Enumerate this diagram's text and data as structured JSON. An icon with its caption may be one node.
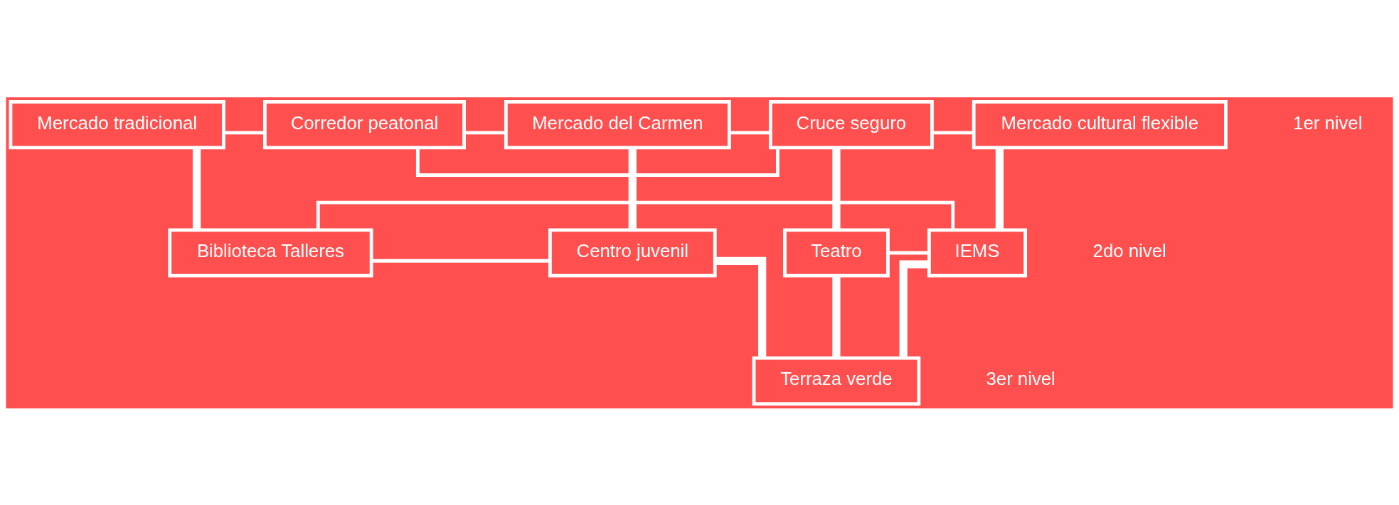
{
  "diagram": {
    "nodes": [
      {
        "text": [
          "Mercado tradicional"
        ]
      },
      {
        "text": [
          "Corredor peatonal"
        ]
      },
      {
        "text": [
          "Mercado del Carmen"
        ]
      },
      {
        "text": [
          "Cruce seguro"
        ]
      },
      {
        "text": [
          "Mercado cultural flexible"
        ]
      },
      {
        "text": [
          "Biblioteca Talleres"
        ]
      },
      {
        "text": [
          "Centro juvenil"
        ]
      },
      {
        "text": [
          "Teatro"
        ]
      },
      {
        "text": [
          "IEMS"
        ]
      },
      {
        "text": [
          "Terraza verde"
        ]
      }
    ],
    "edges": [
      {
        "from": 0,
        "to": 1,
        "arrow": "none"
      },
      {
        "from": 1,
        "to": 2,
        "arrow": "none"
      },
      {
        "from": 2,
        "to": 3,
        "arrow": "none"
      },
      {
        "from": 3,
        "to": 4,
        "arrow": "none"
      },
      {
        "from": 1,
        "to": 3,
        "arrow": "none"
      },
      {
        "from": 0,
        "to": 5,
        "arrow": "none",
        "style": "thick"
      },
      {
        "from": 2,
        "to": 6,
        "arrow": "none",
        "style": "thick"
      },
      {
        "from": 3,
        "to": 7,
        "arrow": "none",
        "style": "thick"
      },
      {
        "from": 4,
        "to": 8,
        "arrow": "none",
        "style": "thick"
      },
      {
        "from": 5,
        "to": 6,
        "arrow": "none"
      },
      {
        "from": 7,
        "to": 8,
        "arrow": "none"
      },
      {
        "from": 5,
        "to": 8,
        "arrow": "none"
      },
      {
        "from": 6,
        "to": 9,
        "arrow": "none",
        "style": "thick"
      },
      {
        "from": 7,
        "to": 9,
        "arrow": "none",
        "style": "thick"
      },
      {
        "from": 8,
        "to": 9,
        "arrow": "none",
        "style": "thick"
      }
    ],
    "labels": [
      "1er nivel",
      "2do nivel",
      "3er nivel"
    ]
  }
}
